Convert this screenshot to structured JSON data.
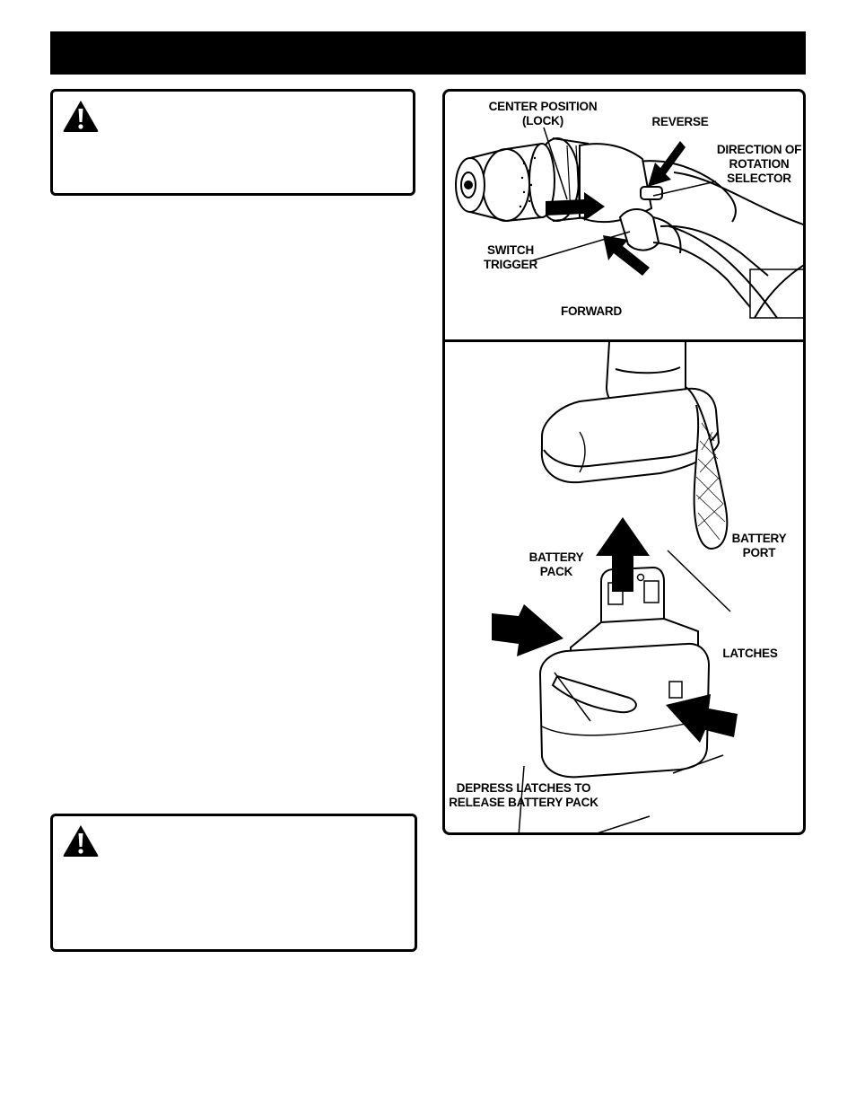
{
  "header": {
    "title": ""
  },
  "warnings": [
    {
      "icon": "warning-triangle-icon",
      "text": ""
    },
    {
      "icon": "warning-triangle-icon",
      "text": ""
    }
  ],
  "figure1": {
    "labels": {
      "center_position": "CENTER POSITION\n(LOCK)",
      "reverse": "REVERSE",
      "direction_selector": "DIRECTION OF\nROTATION\nSELECTOR",
      "switch_trigger": "SWITCH\nTRIGGER",
      "forward": "FORWARD"
    }
  },
  "figure2": {
    "labels": {
      "battery_port": "BATTERY\nPORT",
      "battery_pack": "BATTERY\nPACK",
      "latches": "LATCHES",
      "depress_latches": "DEPRESS LATCHES TO\nRELEASE BATTERY PACK"
    }
  }
}
